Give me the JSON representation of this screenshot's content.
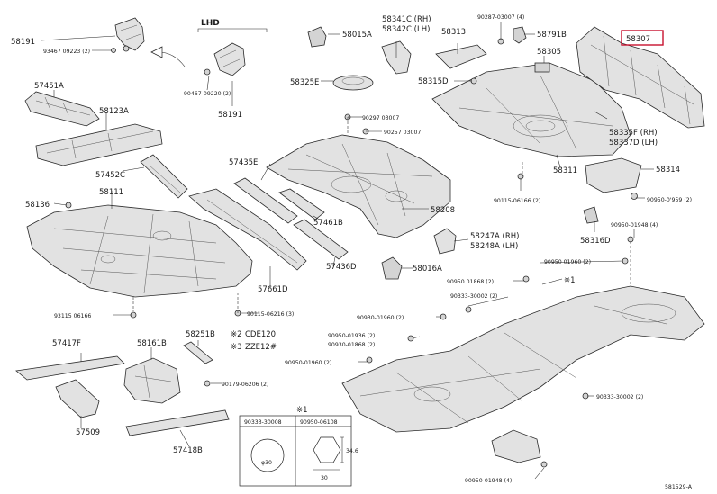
{
  "diagram": {
    "lhd_label": "LHD",
    "parts": {
      "p58191_top": "58191",
      "p90467_top": "93467 09223 (2)",
      "p90467_lhd": "90467-09220 (2)",
      "p58191_lhd": "58191",
      "p57451A": "57451A",
      "p58123A": "58123A",
      "p57452C": "57452C",
      "p58136": "58136",
      "p58111": "58111",
      "p93115": "93115 06166",
      "p90115_left": "90115-06216 (3)",
      "p58015A": "58015A",
      "p58325E": "58325E",
      "p90297": "90297 03007",
      "p90257": "90257 03007",
      "p58341C": "58341C (RH)",
      "p58342C": "58342C (LH)",
      "p58313": "58313",
      "p90287": "90287-03007 (4)",
      "p58791B": "58791B",
      "p58305": "58305",
      "p58315D": "58315D",
      "p58307": "58307",
      "p58335F": "58335F (RH)",
      "p58337D": "58337D (LH)",
      "p58311": "58311",
      "p58314": "58314",
      "p90115_right": "90115-06166 (2)",
      "p90950_959": "90950-0'959 (2)",
      "p58316D": "58316D",
      "p90950_1948_top": "90950-01948 (4)",
      "p57435E": "57435E",
      "p58208": "58208",
      "p57461B": "57461B",
      "p58247A": "58247A (RH)",
      "p58248A": "58248A (LH)",
      "p57436D": "57436D",
      "p58016A": "58016A",
      "p57661D": "57661D",
      "p90950_1960_a": "90950 01960 (2)",
      "p90950_1868": "90950 01868 (2)",
      "p90333_top": "90333-30002 (2)",
      "p90950_1960_b": "90930-01960 (2)",
      "p90950_1936": "90950-01936 (2)",
      "p90930_1868": "90930-01868 (2)",
      "p90950_1960_c": "90950-01960 (2)",
      "p90333_bottom": "90333-30002 (2)",
      "p57417F": "57417F",
      "p58161B": "58161B",
      "p58251B": "58251B",
      "p90179": "90179-06206 (2)",
      "p57509": "57509",
      "p57418B": "57418B",
      "p90950_1948_bottom": "90950-01948 (4)",
      "marker_1_top": "※1",
      "fig_code": "581529-A"
    },
    "legend": {
      "note2_mark": "※2",
      "note2_text": "CDE120",
      "note3_mark": "※3",
      "note3_text": "ZZE12#"
    },
    "fastener_table": {
      "mark": "※1",
      "col1_header": "90333-30008",
      "col2_header": "90950-06108",
      "col1_dim": "φ30",
      "col2_dim_height": "34.6",
      "col2_dim_width": "30"
    },
    "highlight": {
      "part_number": "58307",
      "color": "#c8102e"
    }
  }
}
